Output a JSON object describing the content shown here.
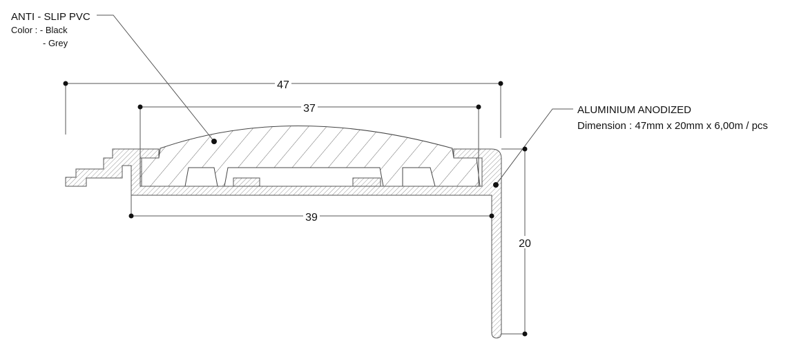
{
  "labels": {
    "pvc_title": "ANTI - SLIP PVC",
    "pvc_color": "Color : - Black",
    "pvc_color2": "- Grey",
    "alu_title": "ALUMINIUM ANODIZED",
    "alu_dimension": "Dimension : 47mm x 20mm x 6,00m / pcs"
  },
  "dimensions": {
    "overall_width": "47",
    "pvc_width": "37",
    "base_width": "39",
    "height": "20"
  },
  "colors": {
    "line": "#555555",
    "ink": "#111111"
  }
}
